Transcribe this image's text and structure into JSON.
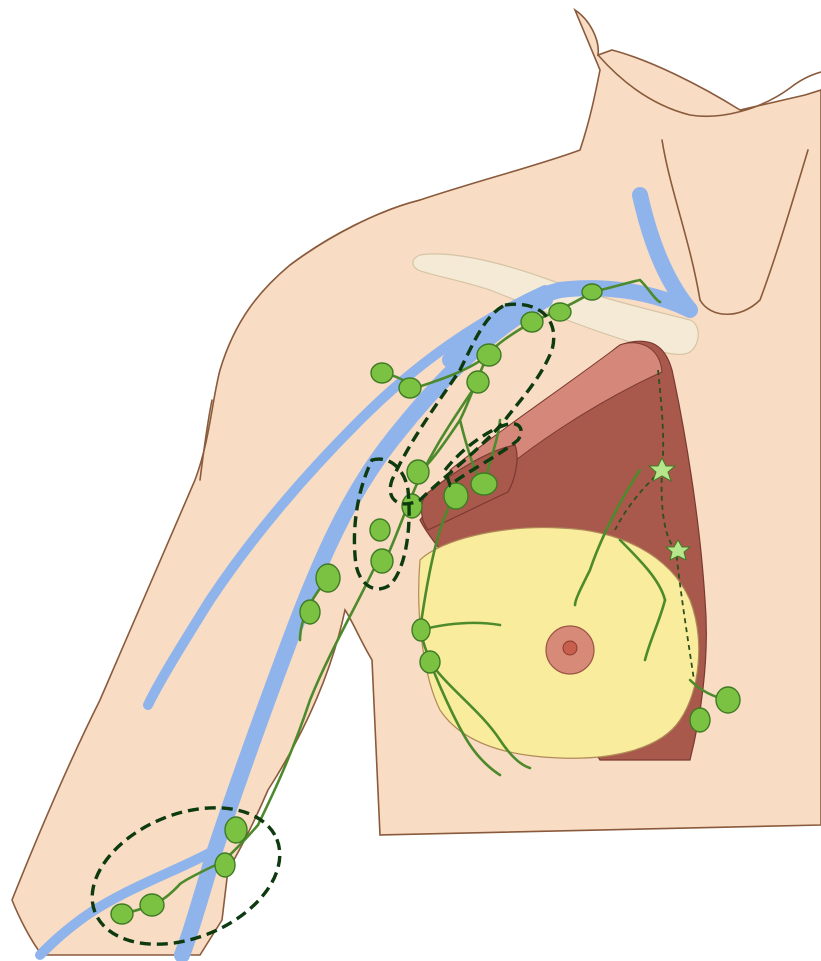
{
  "diagram": {
    "subject": "arm-chest-lymphatic-anatomy",
    "colors": {
      "skin": "#f8dcc3",
      "skin_outline": "#8a5a3c",
      "vein": "#8fb4ec",
      "clavicle": "#f4ead6",
      "pectoral_muscle": "#a9584c",
      "pectoral_muscle_light": "#d5887a",
      "breast_tissue": "#f9ec9c",
      "areola": "#d88a78",
      "nipple": "#c75e4e",
      "lymph_node": "#7cc242",
      "lymph_node_outline": "#3f7a24",
      "lymph_vessel": "#4d8a2c",
      "region_outline": "#0e3a10",
      "internal_mammary_node": "#b7e58c"
    },
    "structures": [
      "torso-outline",
      "arm-outline",
      "neck-outline",
      "clavicle",
      "pectoralis-major",
      "pectoralis-minor",
      "breast",
      "areola",
      "subclavian-vein",
      "cephalic-vein",
      "basilic-vein",
      "lymph-nodes",
      "lymphatic-vessels",
      "axillary-node-regions",
      "epitrochlear-node-region",
      "internal-mammary-chain"
    ]
  }
}
